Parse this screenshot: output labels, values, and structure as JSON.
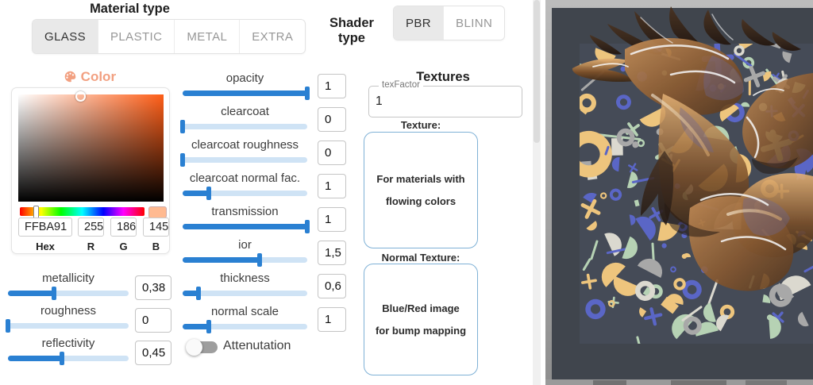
{
  "header": {
    "material_type_title": "Material type",
    "shader_type_title": "Shader type"
  },
  "material_tabs": {
    "items": [
      "GLASS",
      "PLASTIC",
      "METAL",
      "EXTRA"
    ],
    "active_index": 0
  },
  "shader_tabs": {
    "items": [
      "PBR",
      "BLINN"
    ],
    "active_index": 0
  },
  "color_picker": {
    "title": "Color",
    "icon": "palette-icon",
    "hex_value": "FFBA91",
    "r_value": "255",
    "g_value": "186",
    "b_value": "145",
    "hex_label": "Hex",
    "r_label": "R",
    "g_label": "G",
    "b_label": "B",
    "swatch_hex": "#FFBA91",
    "picker_hue_hex": "#ff5e17"
  },
  "left_sliders": {
    "items": [
      {
        "label": "metallicity",
        "value": "0,38",
        "fraction": 0.38
      },
      {
        "label": "roughness",
        "value": "0",
        "fraction": 0
      },
      {
        "label": "reflectivity",
        "value": "0,45",
        "fraction": 0.45
      }
    ]
  },
  "mid_sliders": {
    "items": [
      {
        "label": "opacity",
        "value": "1",
        "fraction": 1
      },
      {
        "label": "clearcoat",
        "value": "0",
        "fraction": 0
      },
      {
        "label": "clearcoat roughness",
        "value": "0",
        "fraction": 0
      },
      {
        "label": "clearcoat normal fac.",
        "value": "1",
        "fraction": 0.21
      },
      {
        "label": "transmission",
        "value": "1",
        "fraction": 1
      },
      {
        "label": "ior",
        "value": "1,5",
        "fraction": 0.62
      },
      {
        "label": "thickness",
        "value": "0,6",
        "fraction": 0.13
      },
      {
        "label": "normal scale",
        "value": "1",
        "fraction": 0.21
      }
    ]
  },
  "attenuation": {
    "label": "Attenutation",
    "on": false
  },
  "textures": {
    "title": "Textures",
    "tex_factor_label": "texFactor",
    "tex_factor_value": "1",
    "texture_label": "Texture:",
    "texture_hint": "For materials with flowing colors",
    "normal_label": "Normal Texture:",
    "normal_hint": "Blue/Red image for bump mapping"
  },
  "colors": {
    "accent_blue": "#2a80d2",
    "track_light": "#cfe3f5",
    "salmon": "#f2a081",
    "tab_active_bg": "#e9e9e9",
    "texture_box_border": "#7fb1d6"
  },
  "render": {
    "name": "3d-material-preview",
    "wall": "#adadad",
    "frame": "#40454d",
    "backdrop": "#454b57",
    "palette": [
      "#eec57d",
      "#5a66c6",
      "#b6d2b4",
      "#dbd9cf",
      "#a8a8a8"
    ]
  }
}
